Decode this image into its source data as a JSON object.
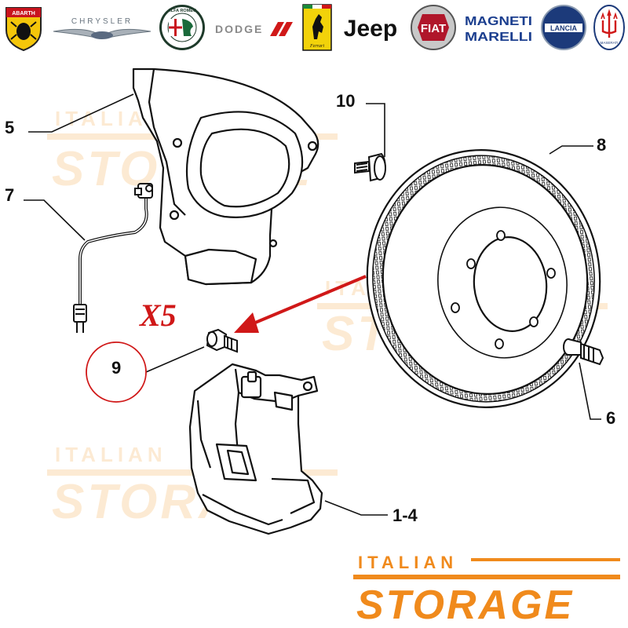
{
  "brands": [
    {
      "name": "abarth-logo",
      "label": "ABARTH",
      "color": "#c8141e"
    },
    {
      "name": "chrysler-logo",
      "label": "CHRYSLER",
      "color": "#6a7680"
    },
    {
      "name": "alfa-romeo-logo",
      "label": "ALFA ROMEO",
      "color": "#1a5a2a"
    },
    {
      "name": "dodge-logo",
      "label": "DODGE",
      "color": "#d01818"
    },
    {
      "name": "ferrari-logo",
      "label": "Ferrari",
      "color": "#f2d20a"
    },
    {
      "name": "jeep-logo",
      "label": "Jeep",
      "color": "#111111"
    },
    {
      "name": "fiat-logo",
      "label": "FIAT",
      "color": "#b0162a"
    },
    {
      "name": "magneti-marelli-logo",
      "label": "MAGNETI MARELLI",
      "color": "#1c3f8f"
    },
    {
      "name": "lancia-logo",
      "label": "LANCIA",
      "color": "#1c3a7a"
    },
    {
      "name": "maserati-logo",
      "label": "MASERATI",
      "color": "#1c3a7a"
    }
  ],
  "callouts": {
    "c5": "5",
    "c7": "7",
    "c10": "10",
    "c8": "8",
    "c9": "9",
    "c6": "6",
    "c1_4": "1-4"
  },
  "quantity_label": "X5",
  "watermark": {
    "small": "ITALIAN",
    "big": "STORAGE",
    "color": "#f5a33a"
  },
  "footer_logo": {
    "small": "ITALIAN",
    "big": "STORAGE",
    "color": "#f08a1c"
  },
  "colors": {
    "highlight": "#d01818",
    "ink": "#111111"
  }
}
